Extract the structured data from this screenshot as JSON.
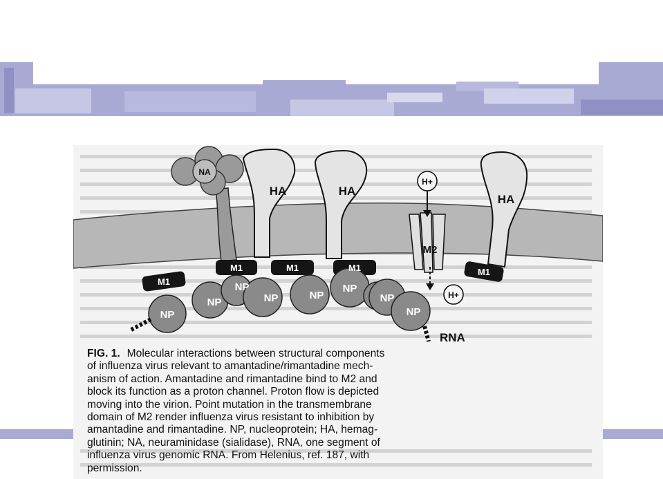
{
  "figure": {
    "labels": {
      "na": "NA",
      "ha": "HA",
      "m1": "M1",
      "m2": "M2",
      "np": "NP",
      "h_plus": "H+",
      "rna": "RNA"
    },
    "caption": {
      "fig_label": "FIG. 1.",
      "text": "Molecular interactions between structural components\nof influenza virus relevant to amantadine/rimantadine mech-\nanism of action. Amantadine and rimantadine bind to M2 and\nblock its function as a proton channel. Proton flow is depicted\nmoving into the virion. Point mutation in the transmembrane\ndomain of M2 render influenza virus resistant to inhibition by\namantadine and rimantadine. NP, nucleoprotein; HA, hemag-\nglutinin; NA, neuraminidase (sialidase), RNA, one segment of\ninfluenza virus genomic RNA. From Helenius, ref. 187, with\npermission."
    }
  },
  "colors": {
    "banner": "#a9aad4",
    "banner_light": "#c6c7e4",
    "membrane": "#b7b7b7",
    "protein": "#d6d6d6",
    "m1_block": "#151515",
    "np_ball": "#8a8a8a",
    "panel": "#f3f3f3"
  }
}
